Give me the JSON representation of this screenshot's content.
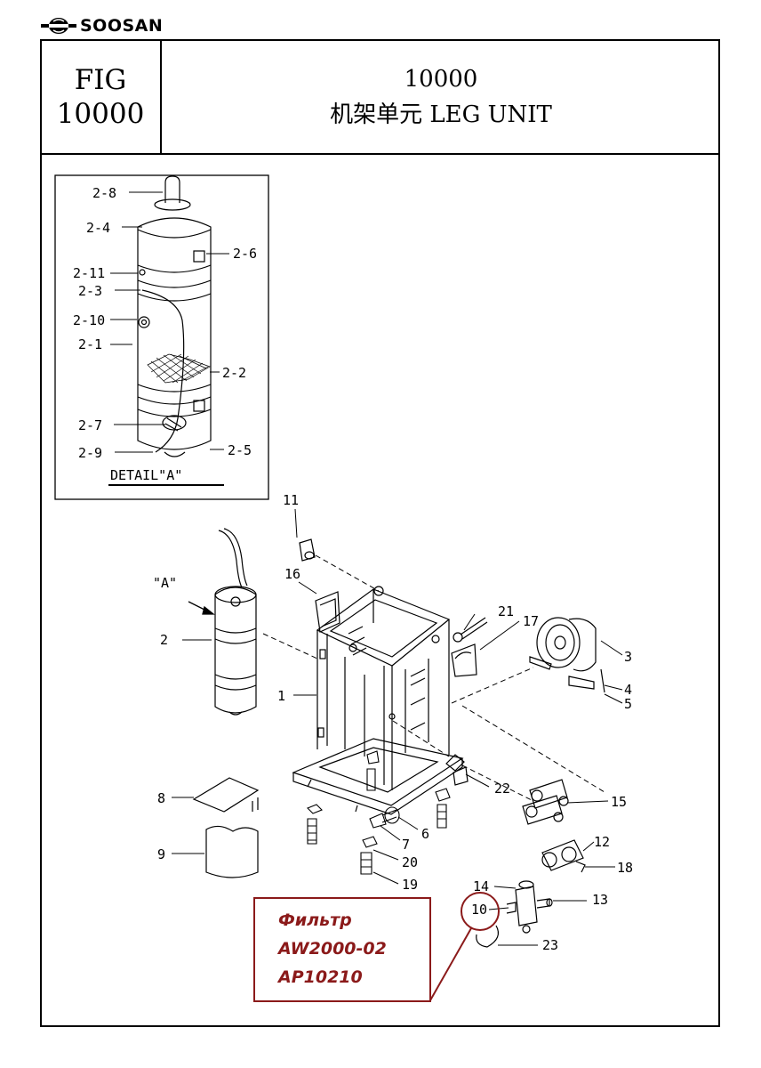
{
  "brand": {
    "name": "SOOSAN",
    "logo_icon": "soosan-logo-icon"
  },
  "header": {
    "fig_label": "FIG",
    "fig_number": "10000",
    "title_number": "10000",
    "title_text": "机架单元  LEG UNIT"
  },
  "detail": {
    "caption": "DETAIL\"A\"",
    "callouts": [
      "2-8",
      "2-4",
      "2-6",
      "2-11",
      "2-3",
      "2-10",
      "2-1",
      "2-2",
      "2-7",
      "2-9",
      "2-5"
    ]
  },
  "main": {
    "view_marker": "\"A\"",
    "callouts": [
      "11",
      "16",
      "21",
      "17",
      "3",
      "4",
      "5",
      "2",
      "1",
      "22",
      "15",
      "8",
      "6",
      "7",
      "12",
      "18",
      "9",
      "20",
      "19",
      "14",
      "13",
      "10",
      "23"
    ]
  },
  "note": {
    "line1": "Фильтр",
    "line2": "AW2000-02",
    "line3": "AP10210",
    "color": "#8b1a1a"
  }
}
